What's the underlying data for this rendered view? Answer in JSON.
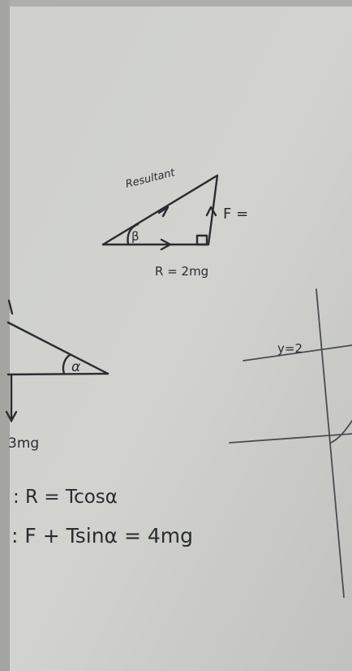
{
  "photo": {
    "subject": "whiteboard",
    "colors": {
      "board": "#c9cac6",
      "board_light": "#d3d4d0",
      "ink": "#2a2c30",
      "frame": "#a7a8a4"
    }
  },
  "labels": {
    "resultant": "Resultant",
    "force": "F =",
    "beta": "β",
    "reaction": "R = 2mg",
    "alpha": "α",
    "weight": "3mg",
    "tension_stub": "T",
    "eq1": ": R = Tcosα",
    "eq2": ": F + Tsinα = 4mg",
    "graph_line": "y=2"
  }
}
